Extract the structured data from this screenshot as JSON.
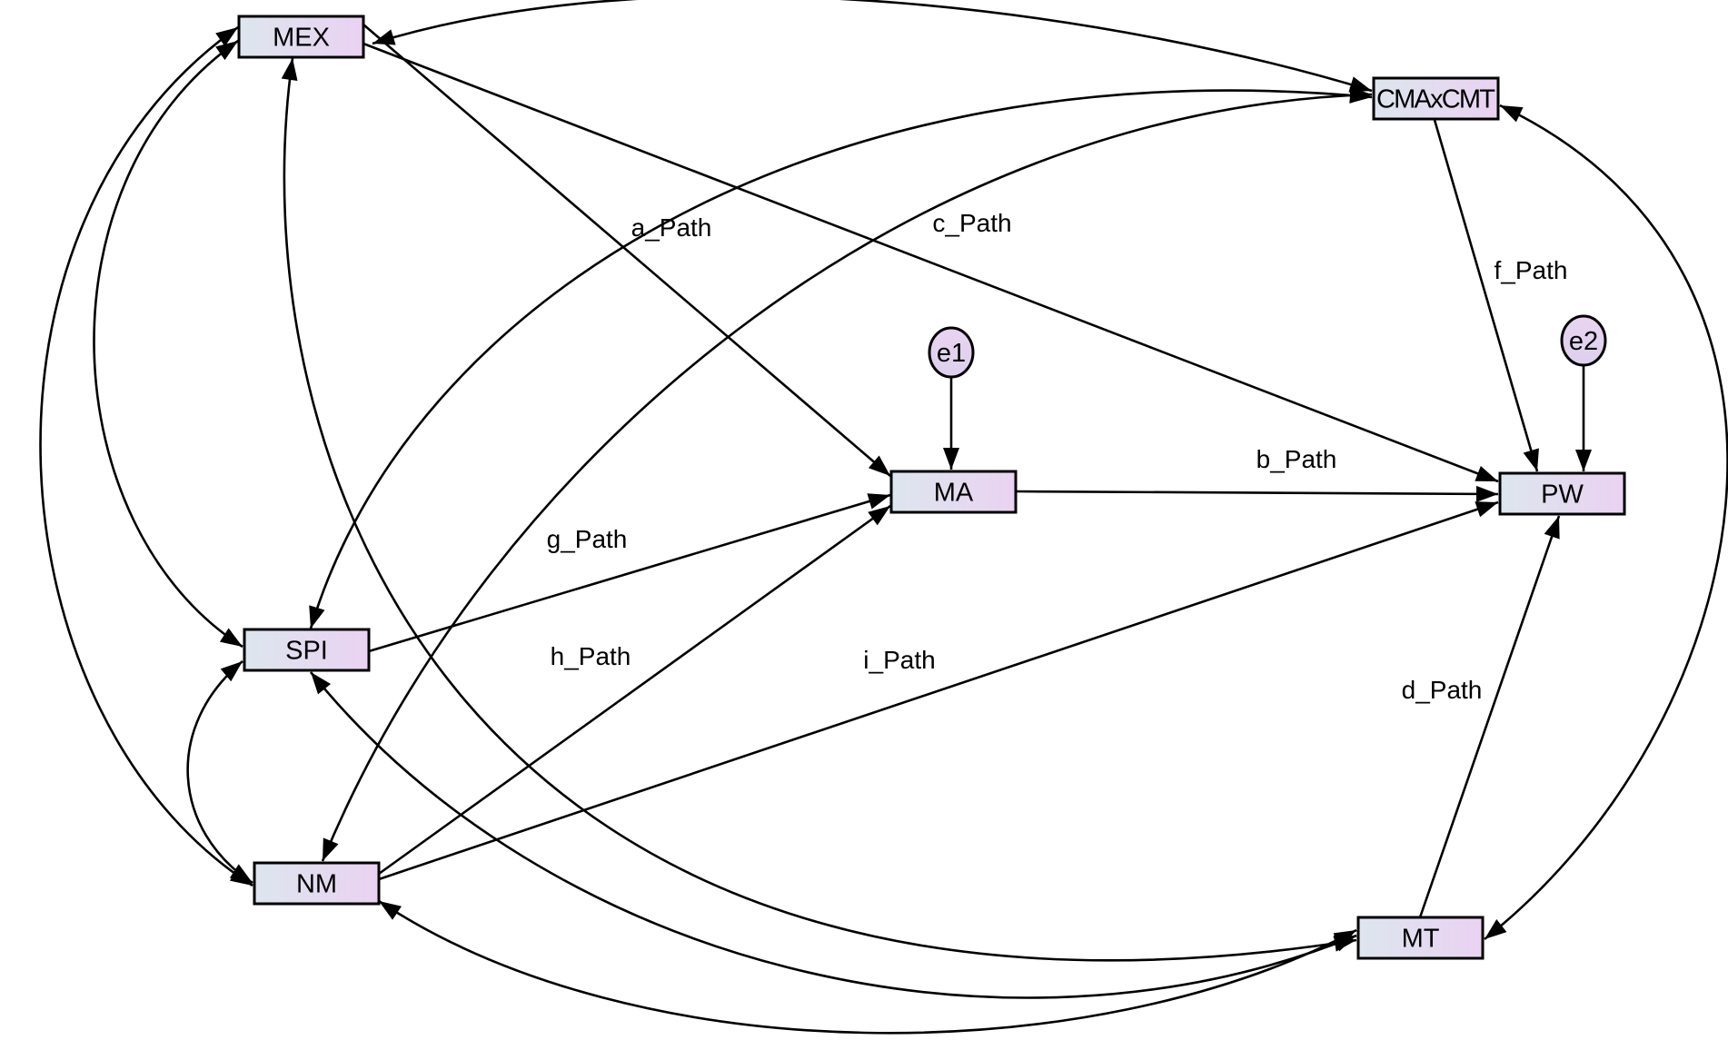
{
  "colors": {
    "node_fill_start": "#dde6ee",
    "node_fill_end": "#ead2f2",
    "stroke": "#000000",
    "background": "#ffffff"
  },
  "nodes": [
    {
      "id": "MEX",
      "label": "MEX",
      "kind": "observed"
    },
    {
      "id": "CMAxCMT",
      "label": "CMAxCMT",
      "kind": "observed"
    },
    {
      "id": "MA",
      "label": "MA",
      "kind": "observed"
    },
    {
      "id": "PW",
      "label": "PW",
      "kind": "observed"
    },
    {
      "id": "SPI",
      "label": "SPI",
      "kind": "observed"
    },
    {
      "id": "NM",
      "label": "NM",
      "kind": "observed"
    },
    {
      "id": "MT",
      "label": "MT",
      "kind": "observed"
    },
    {
      "id": "e1",
      "label": "e1",
      "kind": "error"
    },
    {
      "id": "e2",
      "label": "e2",
      "kind": "error"
    }
  ],
  "path_labels": {
    "a": "a_Path",
    "b": "b_Path",
    "c": "c_Path",
    "d": "d_Path",
    "f": "f_Path",
    "g": "g_Path",
    "h": "h_Path",
    "i": "i_Path"
  },
  "edges": [
    {
      "from": "MEX",
      "to": "MA",
      "type": "directed",
      "label": "a"
    },
    {
      "from": "MA",
      "to": "PW",
      "type": "directed",
      "label": "b"
    },
    {
      "from": "MEX",
      "to": "PW",
      "type": "directed",
      "label": "c"
    },
    {
      "from": "MT",
      "to": "PW",
      "type": "directed",
      "label": "d"
    },
    {
      "from": "CMAxCMT",
      "to": "PW",
      "type": "directed",
      "label": "f"
    },
    {
      "from": "SPI",
      "to": "MA",
      "type": "directed",
      "label": "g"
    },
    {
      "from": "NM",
      "to": "MA",
      "type": "directed",
      "label": "h"
    },
    {
      "from": "NM",
      "to": "PW",
      "type": "directed",
      "label": "i"
    },
    {
      "from": "e1",
      "to": "MA",
      "type": "directed"
    },
    {
      "from": "e2",
      "to": "PW",
      "type": "directed"
    },
    {
      "from": "MEX",
      "to": "CMAxCMT",
      "type": "covariance"
    },
    {
      "from": "MEX",
      "to": "SPI",
      "type": "covariance"
    },
    {
      "from": "MEX",
      "to": "NM",
      "type": "covariance"
    },
    {
      "from": "MEX",
      "to": "MT",
      "type": "covariance"
    },
    {
      "from": "CMAxCMT",
      "to": "SPI",
      "type": "covariance"
    },
    {
      "from": "CMAxCMT",
      "to": "NM",
      "type": "covariance"
    },
    {
      "from": "CMAxCMT",
      "to": "MT",
      "type": "covariance"
    },
    {
      "from": "SPI",
      "to": "NM",
      "type": "covariance"
    },
    {
      "from": "SPI",
      "to": "MT",
      "type": "covariance"
    },
    {
      "from": "NM",
      "to": "MT",
      "type": "covariance"
    }
  ]
}
